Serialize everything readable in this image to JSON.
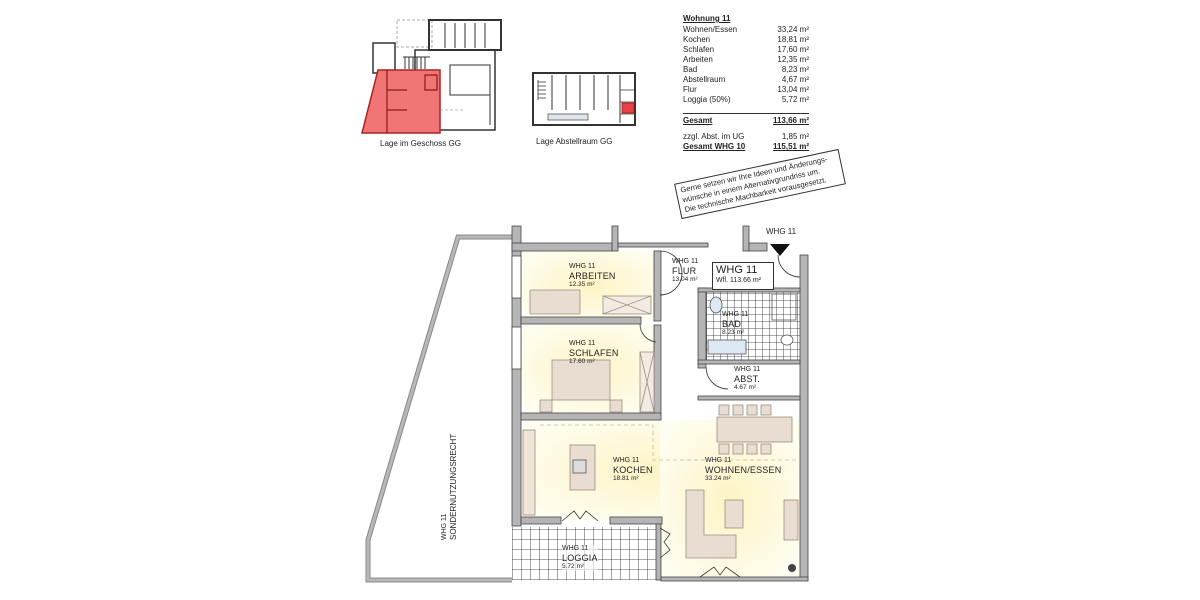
{
  "thumbnails": {
    "floor_location": {
      "caption": "Lage im Geschoss GG",
      "highlight_color": "#f07575"
    },
    "storage_location": {
      "caption": "Lage Abstellraum GG",
      "highlight_color": "#e8404a"
    }
  },
  "area_table": {
    "title": "Wohnung 11",
    "rows": [
      {
        "label": "Wohnen/Essen",
        "value": "33,24 m²"
      },
      {
        "label": "Kochen",
        "value": "18,81 m²"
      },
      {
        "label": "Schlafen",
        "value": "17,60 m²"
      },
      {
        "label": "Arbeiten",
        "value": "12,35 m²"
      },
      {
        "label": "Bad",
        "value": "8,23 m²"
      },
      {
        "label": "Abstellraum",
        "value": "4,67 m²"
      },
      {
        "label": "Flur",
        "value": "13,04 m²"
      },
      {
        "label": "Loggia (50%)",
        "value": "5,72 m²"
      }
    ],
    "total": {
      "label": "Gesamt",
      "value": "113,66 m²"
    },
    "extra": {
      "label": "zzgl. Abst. im UG",
      "value": "1,85 m²"
    },
    "grand_total": {
      "label": "Gesamt WHG 10",
      "value": "115,51 m²"
    }
  },
  "note": {
    "lines": [
      "Gerne setzen wir Ihre Ideen und Änderungs-",
      "wünsche in einem Alternativgrundriss um.",
      "Die technische Machbarkeit vorausgesetzt."
    ]
  },
  "floorplan": {
    "entry_label": "WHG 11",
    "unit_box": {
      "title": "WHG 11",
      "subtitle": "Wfl.  113.66 m²"
    },
    "rooms": [
      {
        "id": "arbeiten",
        "unit": "WHG 11",
        "name": "ARBEITEN",
        "area": "12.35 m²"
      },
      {
        "id": "schlafen",
        "unit": "WHG 11",
        "name": "SCHLAFEN",
        "area": "17.60 m²"
      },
      {
        "id": "flur",
        "unit": "WHG 11",
        "name": "FLUR",
        "area": "13.04 m²"
      },
      {
        "id": "bad",
        "unit": "WHG 11",
        "name": "BAD",
        "area": "8.23 m²"
      },
      {
        "id": "abst",
        "unit": "WHG 11",
        "name": "ABST.",
        "area": "4.67 m²"
      },
      {
        "id": "kochen",
        "unit": "WHG 11",
        "name": "KOCHEN",
        "area": "18.81 m²"
      },
      {
        "id": "wohnen",
        "unit": "WHG 11",
        "name": "WOHNEN/ESSEN",
        "area": "33.24 m²"
      },
      {
        "id": "loggia",
        "unit": "WHG 11",
        "name": "LOGGIA",
        "area": "5.72 m²"
      }
    ],
    "sondernutzung": {
      "unit": "WHG 11",
      "name": "SONDERNUTZUNGSRECHT"
    },
    "colors": {
      "wall": "#b5b5b5",
      "wall_edge": "#444444",
      "floor_warm": "#fdf7d2",
      "furniture": "#e8ddd0"
    }
  }
}
